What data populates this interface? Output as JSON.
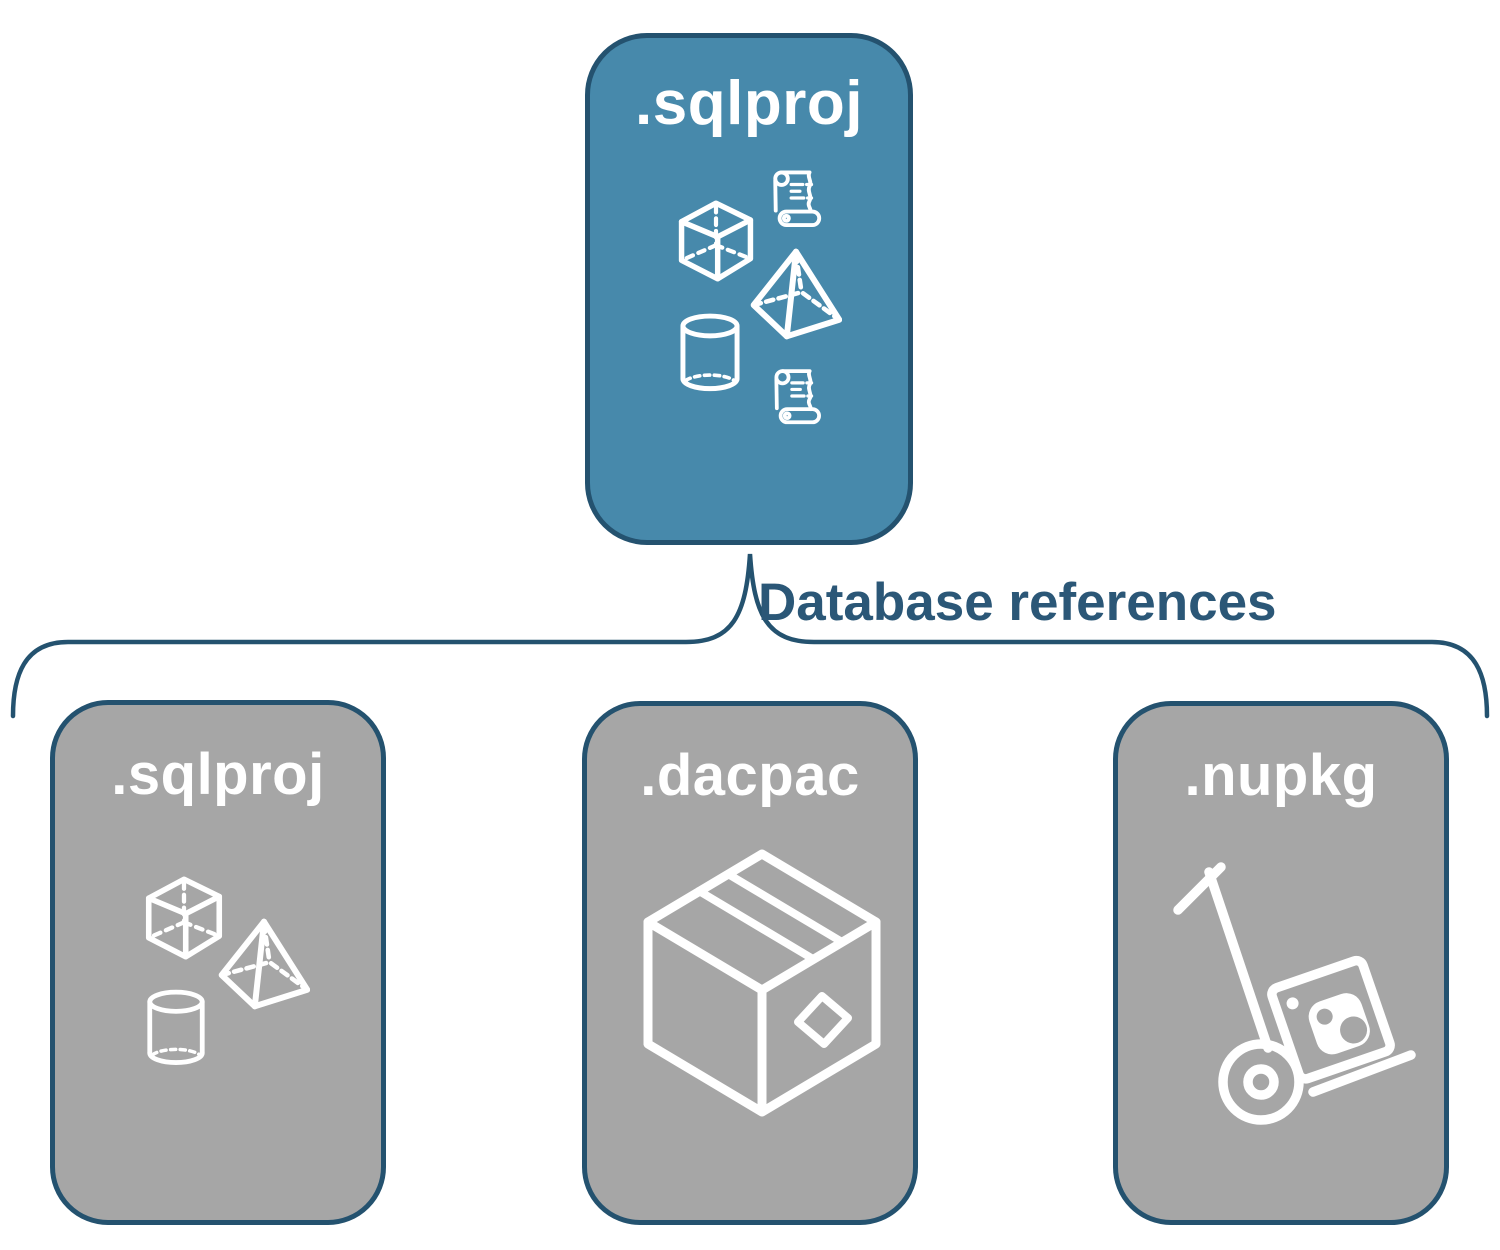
{
  "diagram": {
    "description": "SQL project database references diagram",
    "connector": {
      "label": "Database references"
    },
    "root": {
      "label": ".sqlproj",
      "icons": [
        "scroll-icon",
        "cube-icon",
        "pyramid-icon",
        "cylinder-icon",
        "scroll-icon"
      ]
    },
    "children": [
      {
        "label": ".sqlproj",
        "icons": [
          "cube-icon",
          "pyramid-icon",
          "cylinder-icon"
        ]
      },
      {
        "label": ".dacpac",
        "icons": [
          "package-box-icon"
        ]
      },
      {
        "label": ".nupkg",
        "icons": [
          "hand-truck-nuget-icon"
        ]
      }
    ],
    "colors": {
      "background": "#FFFFFF",
      "root_card_fill": "#4789AB",
      "child_card_fill": "#A6A6A6",
      "card_border": "#24526F",
      "connector_line": "#24526F",
      "label_text": "#2B5777",
      "card_title_text": "#FFFFFF",
      "icon_stroke": "#FFFFFF"
    }
  }
}
